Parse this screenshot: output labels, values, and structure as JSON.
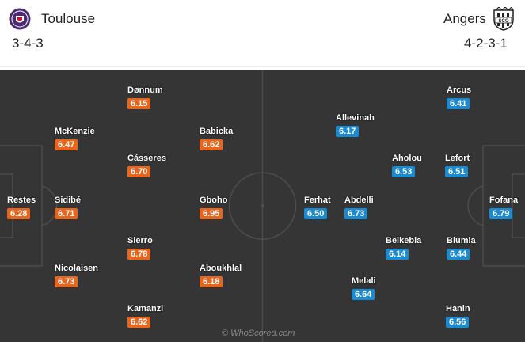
{
  "home": {
    "name": "Toulouse",
    "formation": "3-4-3",
    "crest_icon": "toulouse-crest-icon",
    "rating_color": "#e7651d",
    "players": [
      {
        "name": "Restes",
        "rating": "6.28"
      },
      {
        "name": "McKenzie",
        "rating": "6.47"
      },
      {
        "name": "Sidibé",
        "rating": "6.71"
      },
      {
        "name": "Nicolaisen",
        "rating": "6.73"
      },
      {
        "name": "Dønnum",
        "rating": "6.15"
      },
      {
        "name": "Cásseres",
        "rating": "6.70"
      },
      {
        "name": "Sierro",
        "rating": "6.78"
      },
      {
        "name": "Kamanzi",
        "rating": "6.62"
      },
      {
        "name": "Babicka",
        "rating": "6.62"
      },
      {
        "name": "Gboho",
        "rating": "6.95"
      },
      {
        "name": "Aboukhlal",
        "rating": "6.18"
      }
    ]
  },
  "away": {
    "name": "Angers",
    "formation": "4-2-3-1",
    "crest_icon": "angers-sco-crest-icon",
    "crest_text": "SCO",
    "rating_color": "#1a8ad1",
    "players": [
      {
        "name": "Ferhat",
        "rating": "6.50"
      },
      {
        "name": "Allevinah",
        "rating": "6.17"
      },
      {
        "name": "Abdelli",
        "rating": "6.73"
      },
      {
        "name": "Melali",
        "rating": "6.64"
      },
      {
        "name": "Aholou",
        "rating": "6.53"
      },
      {
        "name": "Belkebla",
        "rating": "6.14"
      },
      {
        "name": "Arcus",
        "rating": "6.41"
      },
      {
        "name": "Lefort",
        "rating": "6.51"
      },
      {
        "name": "Biumla",
        "rating": "6.44"
      },
      {
        "name": "Hanin",
        "rating": "6.56"
      },
      {
        "name": "Fofana",
        "rating": "6.79"
      }
    ]
  },
  "pitch_color": "#353535",
  "watermark": "© WhoScored.com"
}
